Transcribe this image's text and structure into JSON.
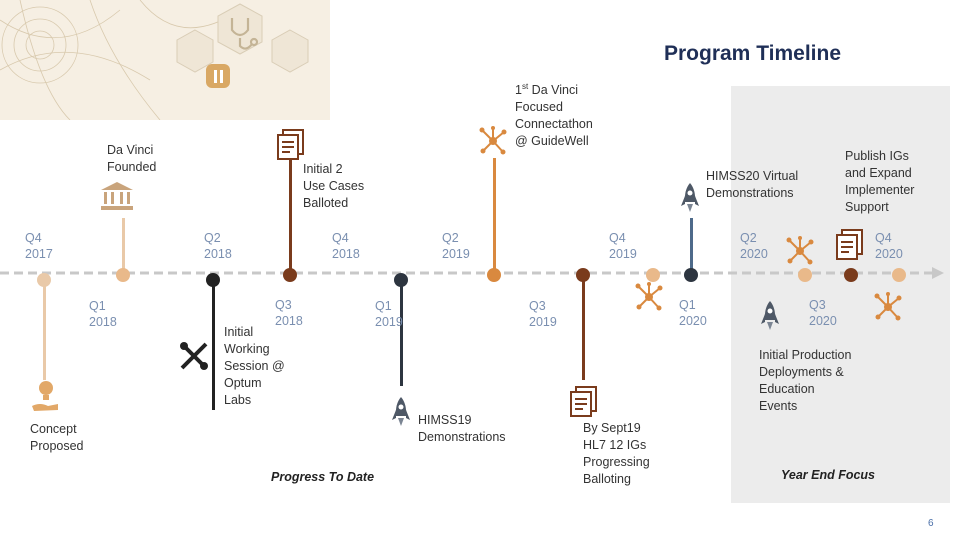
{
  "title": "Program Timeline",
  "colors": {
    "title": "#1f2f57",
    "quarter": "#7a8fb0",
    "peach": "#e9b98a",
    "brown": "#7a3b1c",
    "orange": "#d9893f",
    "navy": "#2d3540",
    "blue_gray": "#4e6a8a",
    "panel": "#ececec",
    "axis": "#c8c8c8"
  },
  "quarters": {
    "q4_2017": [
      "Q4",
      "2017"
    ],
    "q1_2018": [
      "Q1",
      "2018"
    ],
    "q2_2018": [
      "Q2",
      "2018"
    ],
    "q3_2018": [
      "Q3",
      "2018"
    ],
    "q4_2018": [
      "Q4",
      "2018"
    ],
    "q1_2019": [
      "Q1",
      "2019"
    ],
    "q2_2019": [
      "Q2",
      "2019"
    ],
    "q3_2019": [
      "Q3",
      "2019"
    ],
    "q4_2019": [
      "Q4",
      "2019"
    ],
    "q1_2020": [
      "Q1",
      "2020"
    ],
    "q2_2020": [
      "Q2",
      "2020"
    ],
    "q3_2020": [
      "Q3",
      "2020"
    ],
    "q4_2020": [
      "Q4",
      "2020"
    ]
  },
  "events": {
    "da_vinci_founded": [
      "Da Vinci",
      "Founded"
    ],
    "concept_proposed": [
      "Concept",
      "Proposed"
    ],
    "initial_working_session": [
      "Initial",
      "Working",
      "Session @",
      "Optum",
      "Labs"
    ],
    "initial_2_use_cases": [
      "Initial 2",
      "Use Cases",
      "Balloted"
    ],
    "himss19": [
      "HIMSS19",
      "Demonstrations"
    ],
    "connectathon": {
      "prefix": "1",
      "sup": "st",
      "rest": " Da Vinci",
      "lines": [
        "Focused",
        "Connectathon",
        "@ GuideWell"
      ]
    },
    "by_sept19": [
      "By Sept19",
      "HL7 12 IGs",
      "Progressing",
      "Balloting"
    ],
    "himss20": [
      "HIMSS20 Virtual",
      "Demonstrations"
    ],
    "publish_igs": [
      "Publish IGs",
      "and Expand",
      "Implementer",
      "Support"
    ],
    "initial_production": [
      "Initial Production",
      "Deployments &",
      "Education",
      "Events"
    ]
  },
  "captions": {
    "progress": "Progress To Date",
    "year_end": "Year End Focus"
  },
  "page_number": "6",
  "icons": [
    "stethoscope-icon",
    "tools-icon",
    "bank-icon",
    "lightbulb-hand-icon",
    "wrench-screwdriver-icon",
    "document-stack-icon",
    "rocket-icon",
    "network-icon"
  ]
}
